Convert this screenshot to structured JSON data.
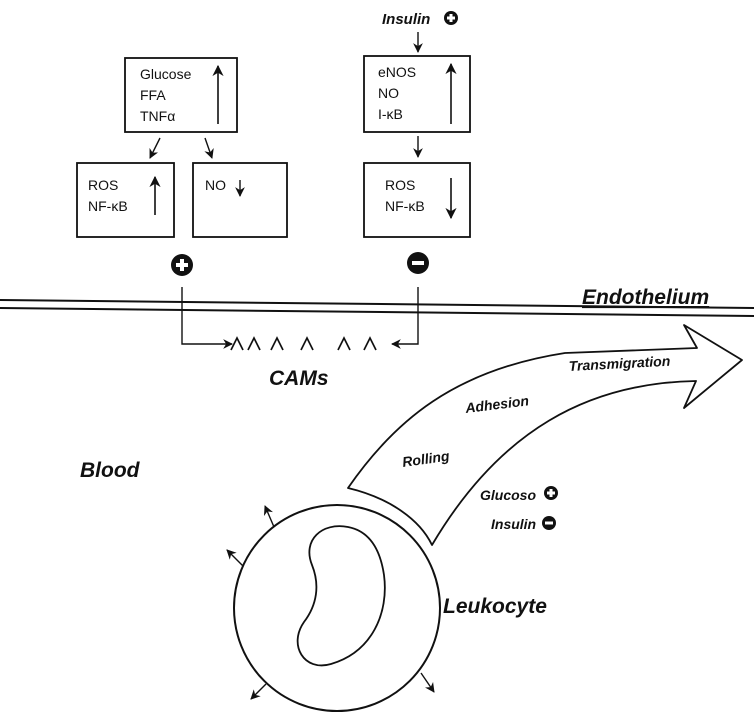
{
  "diagram": {
    "endothelium_label": "Endothelium",
    "cams_label": "CAMs",
    "blood_label": "Blood",
    "leukocyte_label": "Leukocyte",
    "top_insulin_label": "Insulin",
    "box_glucose_ffa_tnf": [
      "Glucose",
      "FFA",
      "TNFα"
    ],
    "box_ros_nfkb_up": [
      "ROS",
      "NF-κB"
    ],
    "box_no_down": [
      "NO"
    ],
    "box_enos_no_ikb": [
      "eNOS",
      "NO",
      "I-κB"
    ],
    "box_ros_nfkb_down": [
      "ROS",
      "NF-κB"
    ],
    "migration_steps": [
      "Rolling",
      "Adhesion",
      "Transmigration"
    ],
    "effect_glucose_label": "Glucoso",
    "effect_insulin_label": "Insulin"
  }
}
